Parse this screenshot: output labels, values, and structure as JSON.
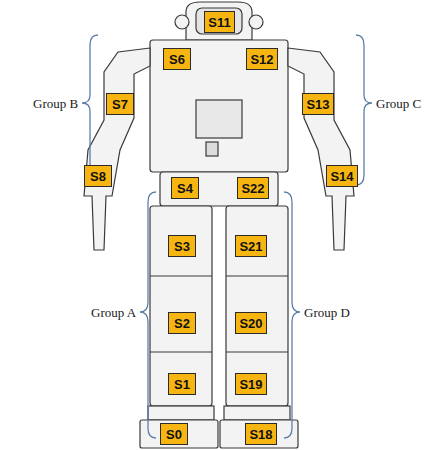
{
  "diagram": {
    "nodes": [
      {
        "text": [
          "S11"
        ]
      },
      {
        "text": [
          "S6"
        ]
      },
      {
        "text": [
          "S12"
        ]
      },
      {
        "text": [
          "S7"
        ]
      },
      {
        "text": [
          "S13"
        ]
      },
      {
        "text": [
          "S8"
        ]
      },
      {
        "text": [
          "S14"
        ]
      },
      {
        "text": [
          "S4"
        ]
      },
      {
        "text": [
          "S22"
        ]
      },
      {
        "text": [
          "S3"
        ]
      },
      {
        "text": [
          "S21"
        ]
      },
      {
        "text": [
          "S2"
        ]
      },
      {
        "text": [
          "S20"
        ]
      },
      {
        "text": [
          "S1"
        ]
      },
      {
        "text": [
          "S19"
        ]
      },
      {
        "text": [
          "S0"
        ]
      },
      {
        "text": [
          "S18"
        ]
      }
    ],
    "labels": [
      "Group B",
      "Group C",
      "Group A",
      "Group D"
    ]
  }
}
